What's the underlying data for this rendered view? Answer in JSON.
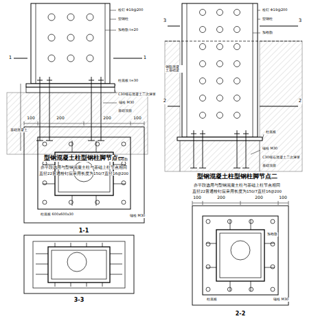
{
  "diagram": {
    "labels": [
      "型钢混凝土柱型钢柱脚节点一",
      "亦平段选用与型钢混凝土柱与基础上柱节点相同",
      "直径22普通栓钉应采用长度为150/7直径16@200",
      "型钢混凝土柱型钢柱脚节点二",
      "亦平段选用与型钢混凝土柱与基础上柱节点相同",
      "直径22普通栓钉应采用长度为150/7直径16@200",
      "1",
      "1",
      "3",
      "3",
      "2",
      "2",
      "1-1",
      "3-3",
      "2-2",
      "100",
      "200",
      "200",
      "100",
      "100",
      "200",
      "200",
      "100",
      "栓钉 Φ19@200",
      "型钢柱",
      "加劲肋 t=20",
      "锚栓 M30",
      "柱底板 t=30",
      "C30细石混凝土二次灌浆",
      "基础顶面",
      "基础混凝土",
      "栓钉 Φ19@200",
      "型钢柱",
      "加劲肋",
      "柱底板",
      "锚栓 M30",
      "C30细石混凝土二次灌浆",
      "基础顶面",
      "钢筋混凝土基础梁",
      "锚栓 M30",
      "加劲肋",
      "柱底板 600x600x30",
      "锚栓 M30",
      "加劲肋",
      "柱底板"
    ]
  }
}
